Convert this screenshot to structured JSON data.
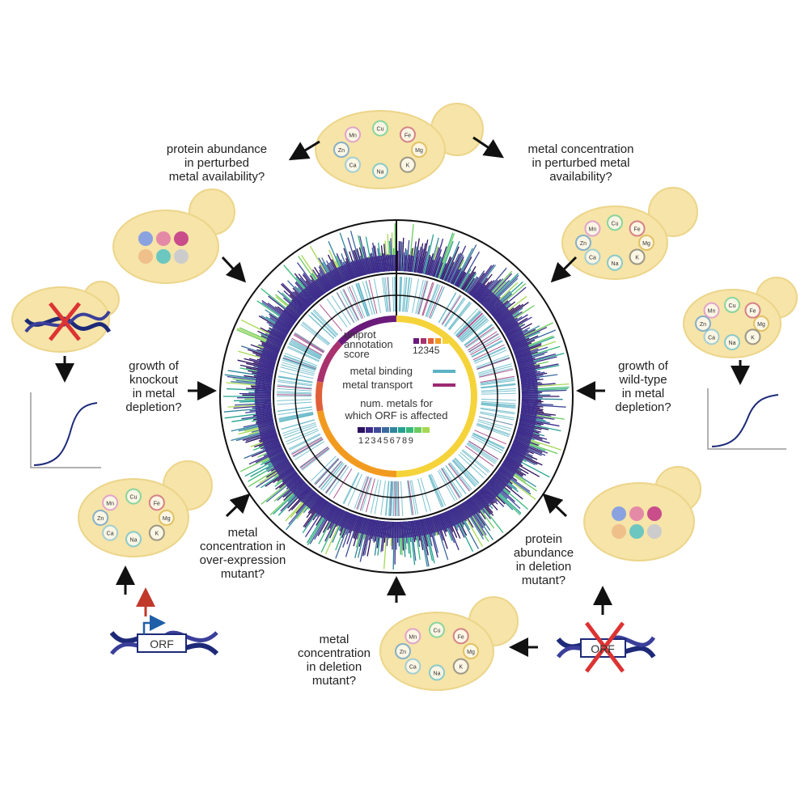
{
  "questions": {
    "top_left": "protein abundance\nin perturbed\nmetal availability?",
    "top_right": "metal concentration\nin perturbed metal\navailability?",
    "left": "growth of\nknockout\nin metal\ndepletion?",
    "right": "growth of\nwild-type\nin metal\ndepletion?",
    "bottom_left": "metal\nconcentration in\nover-expression\nmutant?",
    "bottom_right": "protein\nabundance\nin deletion\nmutant?",
    "bottom": "metal\nconcentration\nin deletion\nmutant?"
  },
  "legend": {
    "annotation_title_1": "uniprot",
    "annotation_title_2": "annotation",
    "annotation_title_3": "score",
    "annotation_ticks": "12345",
    "annotation_colors": [
      "#6a1b7a",
      "#a8326e",
      "#e0603a",
      "#f29a1f",
      "#f5d33a"
    ],
    "metal_binding": "metal binding",
    "metal_transport": "metal transport",
    "binding_color": "#5bb3c4",
    "transport_color": "#9b2a72",
    "num_metals_1": "num. metals for",
    "num_metals_2": "which ORF is affected",
    "num_metals_ticks": "123456789",
    "num_metals_colors": [
      "#2d1160",
      "#3b2a8a",
      "#3f4a9a",
      "#3b6a9e",
      "#2f869c",
      "#25a290",
      "#38b87a",
      "#6ccb5f",
      "#a6d853"
    ]
  },
  "metals": [
    "Mg",
    "K",
    "Na",
    "Ca",
    "Zn",
    "Mn",
    "Cu",
    "Fe"
  ],
  "orf_label": "ORF"
}
